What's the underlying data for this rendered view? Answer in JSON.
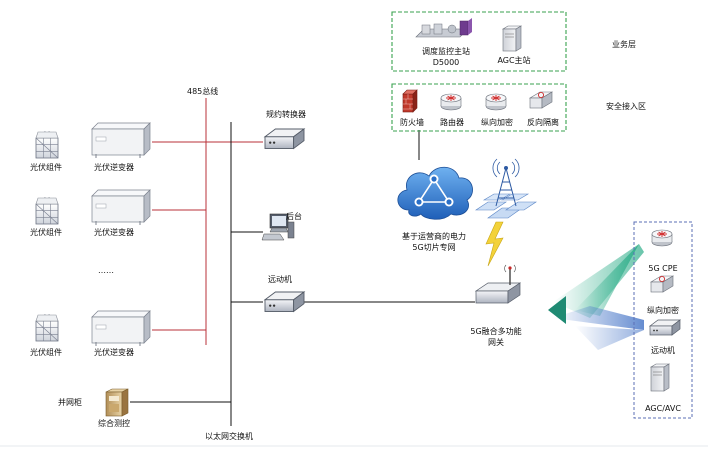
{
  "labels": {
    "business_layer": "业务层",
    "security_zone": "安全接入区",
    "bus_485": "485总线",
    "protocol_converter": "规约转换器",
    "backstage": "后台",
    "telecontrol": "远动机",
    "ethernet_switch": "以太网交换机",
    "grid_cabinet": "并网柜",
    "integrated_control": "综合测控",
    "ellipsis": "……",
    "pv_module": "光伏组件",
    "pv_inverter": "光伏逆变器",
    "dispatch_master_line1": "调度监控主站",
    "dispatch_master_line2": "D5000",
    "agc_master": "AGC主站",
    "firewall": "防火墙",
    "router": "路由器",
    "vertical_encryption": "纵向加密",
    "reverse_isolation": "反向隔离",
    "carrier_network_line1": "基于运营商的电力",
    "carrier_network_line2": "5G切片专网",
    "gateway_line1": "5G融合多功能",
    "gateway_line2": "网关",
    "cpe_5g": "5G CPE",
    "vertical_encryption_2": "纵向加密",
    "telecontrol_2": "远动机",
    "agc_avc": "AGC/AVC"
  },
  "colors": {
    "bus_485": "#b8323a",
    "ethernet": "#111111",
    "green_dash": "#3aa24f",
    "blue_dash": "#5b6fb6",
    "cloud_blue": "#3b7fd0",
    "teal_beam": "#3fbf9b"
  },
  "icons": [
    "solar-panel-icon",
    "inverter-icon",
    "converter-icon",
    "computer-icon",
    "switch-icon",
    "cabinet-icon",
    "server-icon",
    "firewall-icon",
    "router-icon",
    "cloud-icon",
    "tower-icon",
    "lightning-icon",
    "gateway-icon"
  ]
}
